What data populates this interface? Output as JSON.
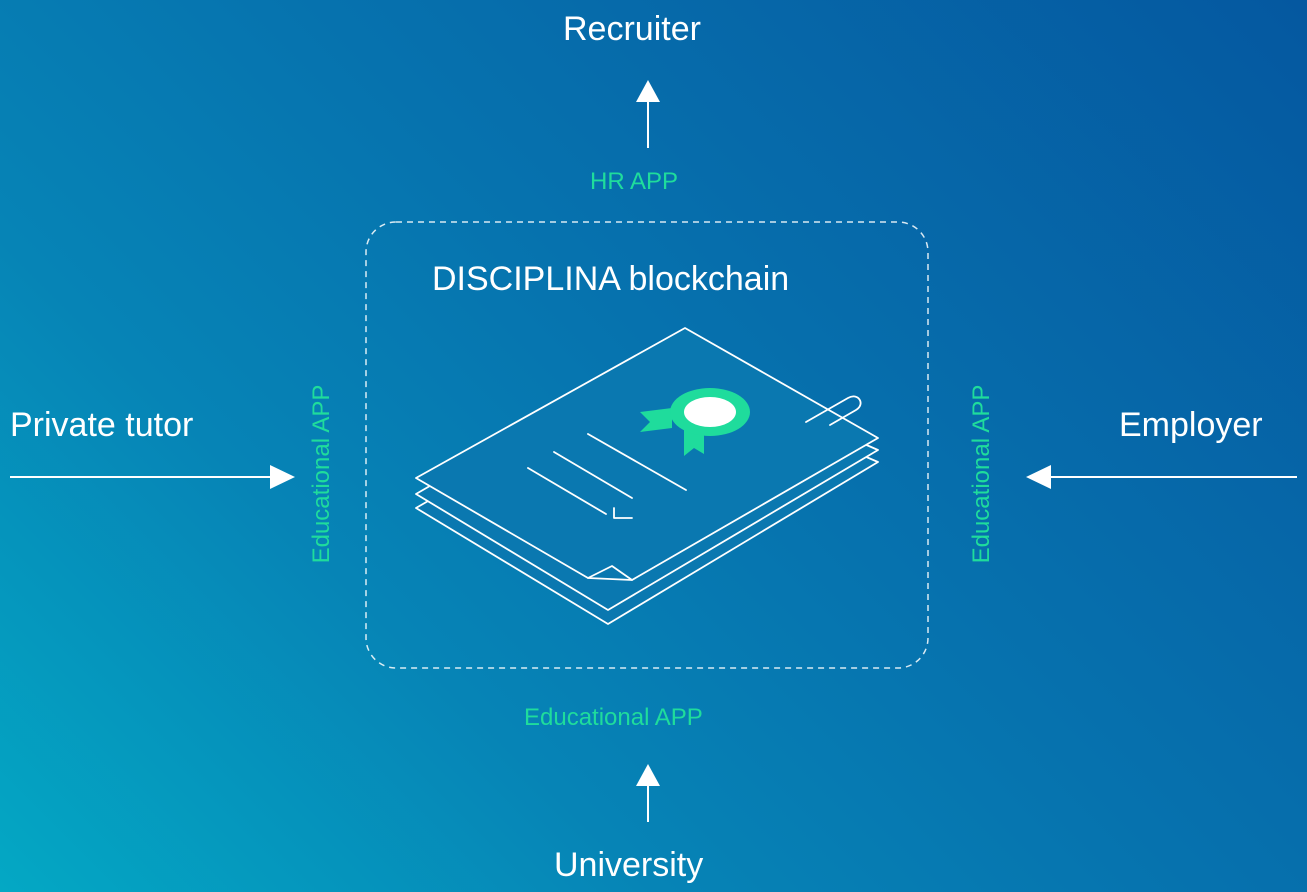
{
  "blockchain": {
    "title": "DISCIPLINA blockchain"
  },
  "nodes": {
    "top": "Recruiter",
    "left": "Private tutor",
    "right": "Employer",
    "bottom": "University"
  },
  "apps": {
    "top": "HR APP",
    "left": "Educational APP",
    "right": "Educational APP",
    "bottom": "Educational APP"
  },
  "colors": {
    "accent": "#1fdc9c",
    "foreground": "#ffffff",
    "background_start": "#04a8c4",
    "background_end": "#0558a0"
  },
  "icons": {
    "center": "certificate-documents-icon",
    "arrows": "arrow-icon"
  }
}
